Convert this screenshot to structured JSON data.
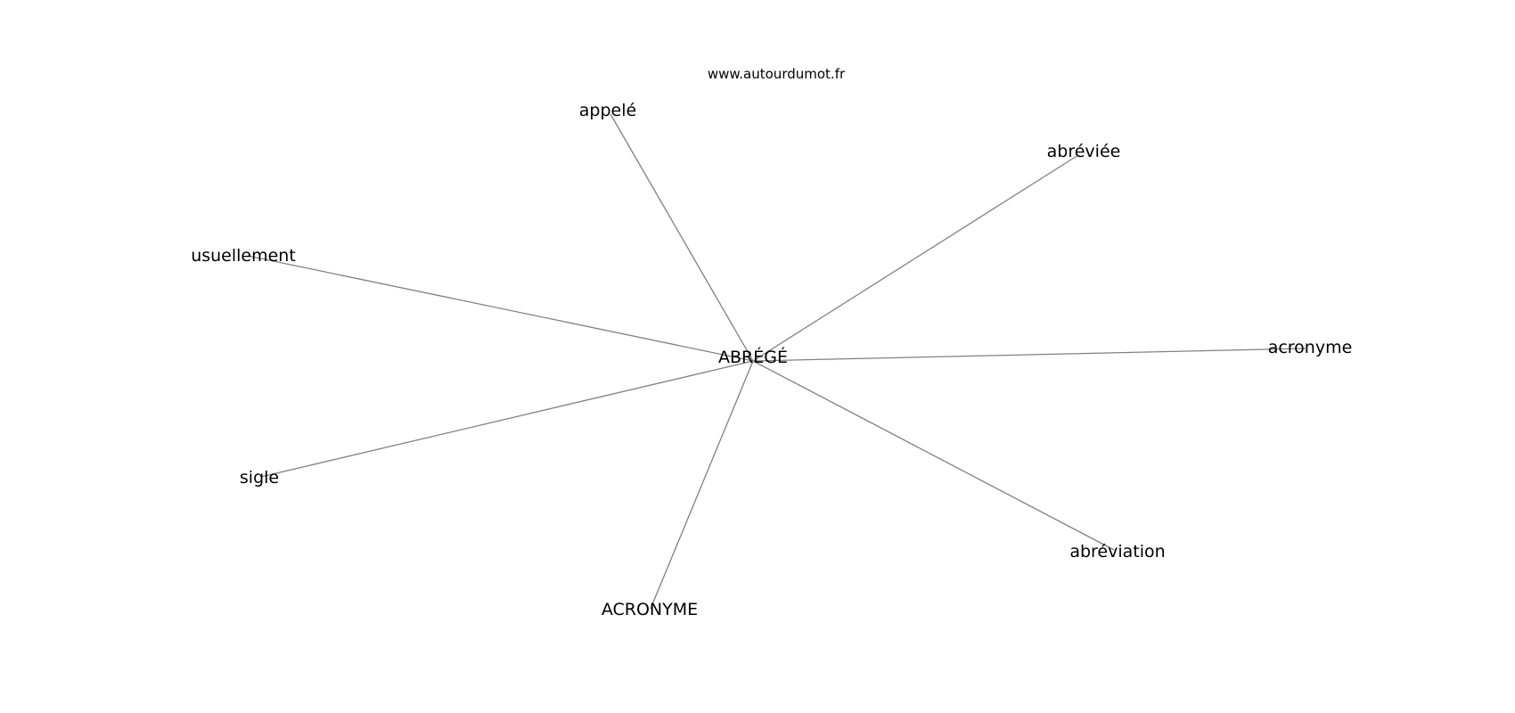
{
  "header": {
    "site": "www.autourdumot.fr"
  },
  "graph": {
    "center": "ABRÉGÉ",
    "related": [
      "appelé",
      "abréviée",
      "usuellement",
      "acronyme",
      "sigle",
      "abréviation",
      "ACRONYME"
    ]
  },
  "colors": {
    "edge": "#808080",
    "text": "#000000",
    "background": "#ffffff"
  }
}
